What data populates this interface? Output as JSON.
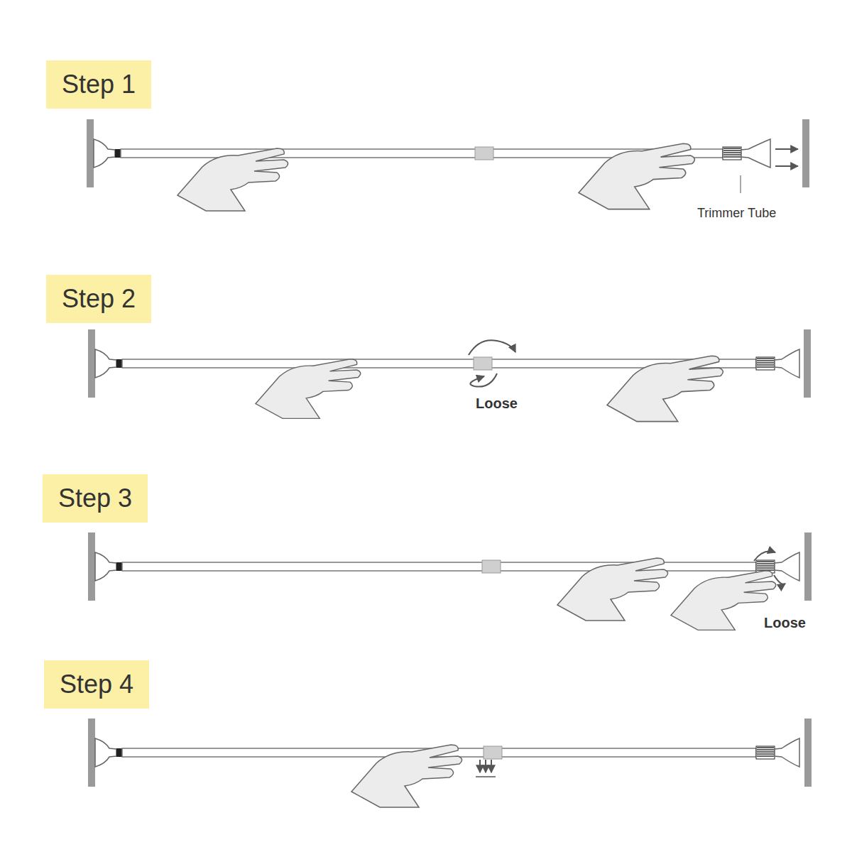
{
  "diagram": {
    "nodes": [
      {
        "text": [
          "Step 1"
        ]
      },
      {
        "text": [
          "Step 2"
        ]
      },
      {
        "text": [
          "Step 3"
        ]
      },
      {
        "text": [
          "Step 4"
        ]
      }
    ],
    "labels": [
      "Trimmer Tube",
      "Loose",
      "Loose"
    ]
  }
}
